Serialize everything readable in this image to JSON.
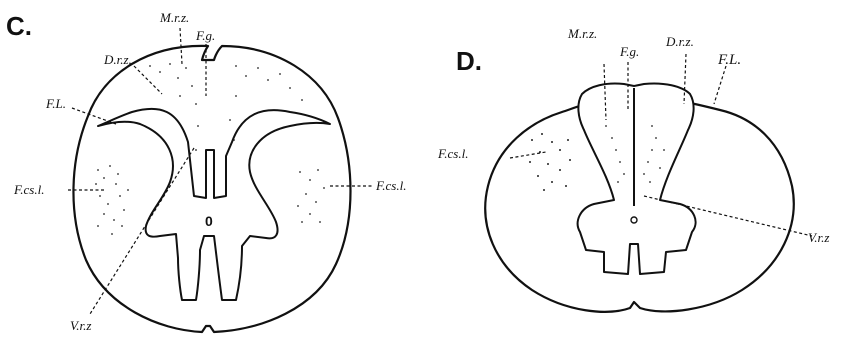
{
  "panels": [
    {
      "letter": "C.",
      "labels": {
        "mrz": "M.r.z.",
        "fg": "F.g.",
        "drz": "D.r.z.",
        "fl": "F.L.",
        "fcsl_left": "F.cs.l.",
        "fcsl_right": "F.cs.l.",
        "center": "0",
        "vrz": "V.r.z"
      }
    },
    {
      "letter": "D.",
      "labels": {
        "mrz": "M.r.z.",
        "fg": "F.g.",
        "drz": "D.r.z.",
        "fl": "F.L.",
        "fcsl": "F.cs.l.",
        "vrz": "V.r.z"
      }
    }
  ]
}
